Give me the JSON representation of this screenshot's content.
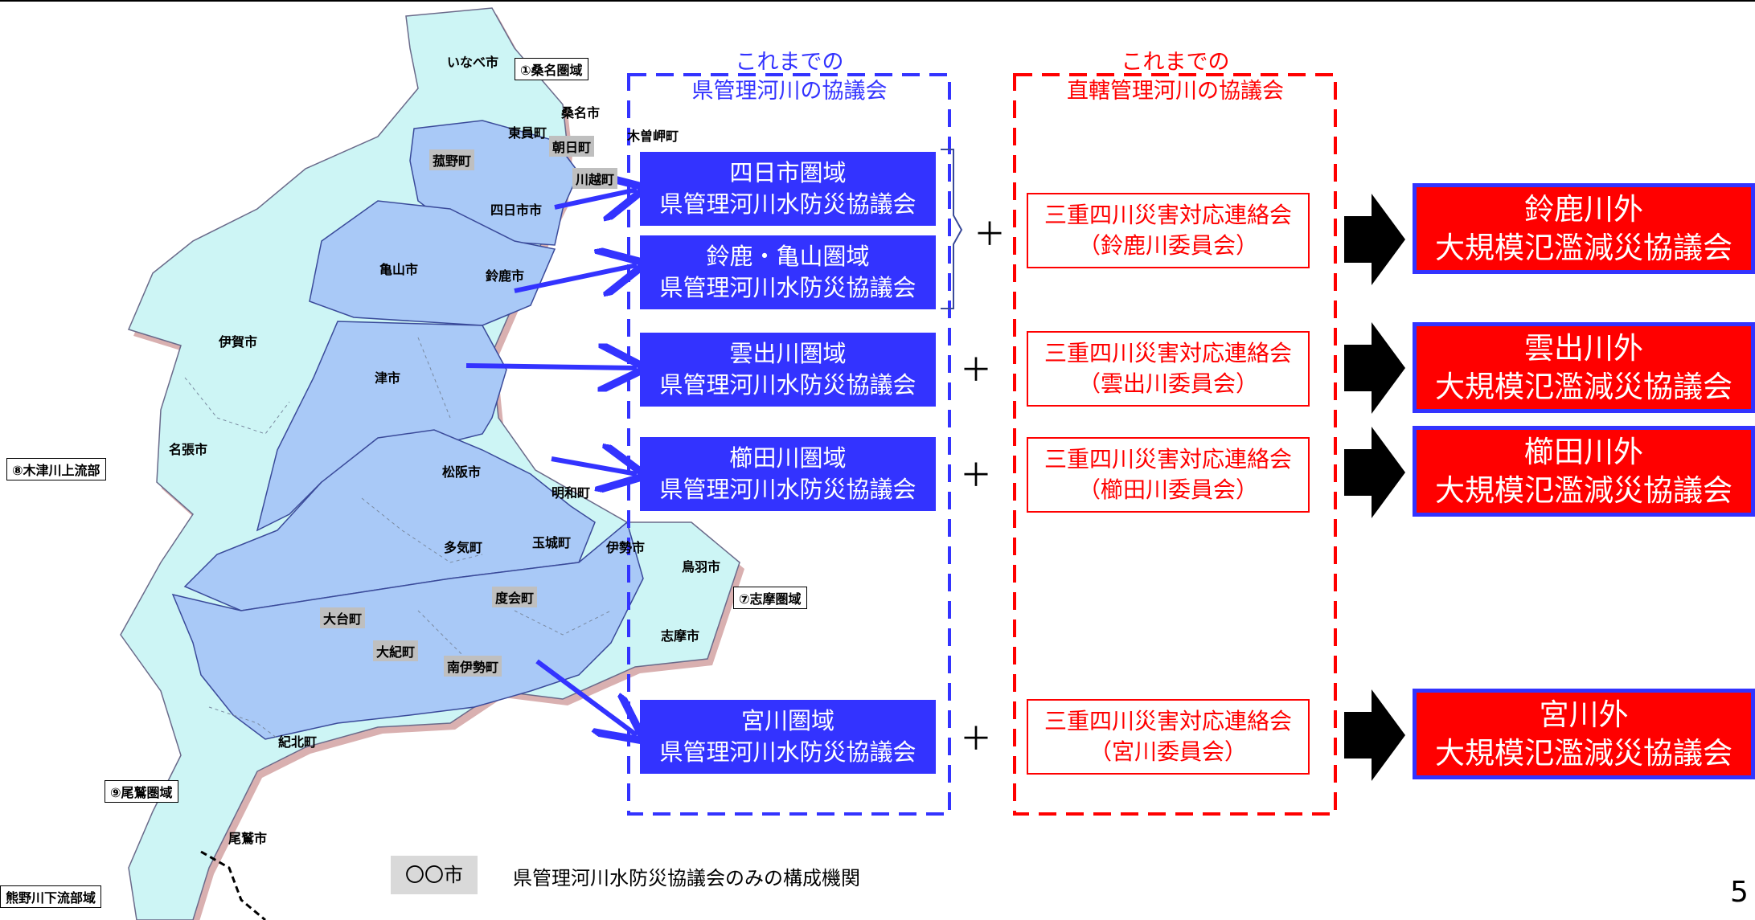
{
  "headers": {
    "prefecture_title_line1": "これまでの",
    "prefecture_title_line2": "県管理河川の協議会",
    "national_title_line1": "これまでの",
    "national_title_line2": "直轄管理河川の協議会"
  },
  "map": {
    "areas": {
      "kuwana": "①桑名圏域",
      "shima": "⑦志摩圏域",
      "kizugawa": "⑧木津川上流部",
      "owase": "⑨尾鷲圏域",
      "kumanogawa": "熊野川下流部域"
    },
    "cities": {
      "inabe": "いなべ市",
      "kuwana": "桑名市",
      "toin": "東員町",
      "asahi": "朝日町",
      "kisosaki": "木曽岬町",
      "komono": "菰野町",
      "kawagoe": "川越町",
      "yokkaichi": "四日市市",
      "kameyama": "亀山市",
      "suzuka": "鈴鹿市",
      "iga": "伊賀市",
      "tsu": "津市",
      "nabari": "名張市",
      "matsusaka": "松阪市",
      "meiwa": "明和町",
      "taki": "多気町",
      "tamaki": "玉城町",
      "ise": "伊勢市",
      "toba": "鳥羽市",
      "odai": "大台町",
      "watarai": "度会町",
      "shima": "志摩市",
      "kihoku_odai": "大紀町",
      "minamiise": "南伊勢町",
      "kihoku": "紀北町",
      "owase": "尾鷲市"
    }
  },
  "prefecture_councils": [
    {
      "line1": "四日市圏域",
      "line2": "県管理河川水防災協議会"
    },
    {
      "line1": "鈴鹿・亀山圏域",
      "line2": "県管理河川水防災協議会"
    },
    {
      "line1": "雲出川圏域",
      "line2": "県管理河川水防災協議会"
    },
    {
      "line1": "櫛田川圏域",
      "line2": "県管理河川水防災協議会"
    },
    {
      "line1": "宮川圏域",
      "line2": "県管理河川水防災協議会"
    }
  ],
  "national_councils": [
    {
      "line1": "三重四川災害対応連絡会",
      "line2": "（鈴鹿川委員会）"
    },
    {
      "line1": "三重四川災害対応連絡会",
      "line2": "（雲出川委員会）"
    },
    {
      "line1": "三重四川災害対応連絡会",
      "line2": "（櫛田川委員会）"
    },
    {
      "line1": "三重四川災害対応連絡会",
      "line2": "（宮川委員会）"
    }
  ],
  "result_councils": [
    {
      "line1": "鈴鹿川外",
      "line2": "大規模氾濫減災協議会"
    },
    {
      "line1": "雲出川外",
      "line2": "大規模氾濫減災協議会"
    },
    {
      "line1": "櫛田川外",
      "line2": "大規模氾濫減災協議会"
    },
    {
      "line1": "宮川外",
      "line2": "大規模氾濫減災協議会"
    }
  ],
  "plus_symbol": "＋",
  "legend": {
    "swatch_label": "〇〇市",
    "description": "県管理河川水防災協議会のみの構成機関"
  },
  "page_number": "5",
  "colors": {
    "prefecture_blue": "#3333ff",
    "national_red": "#ff0000",
    "highlight_region": "#a9c9f7",
    "other_region": "#cdf5f5"
  }
}
